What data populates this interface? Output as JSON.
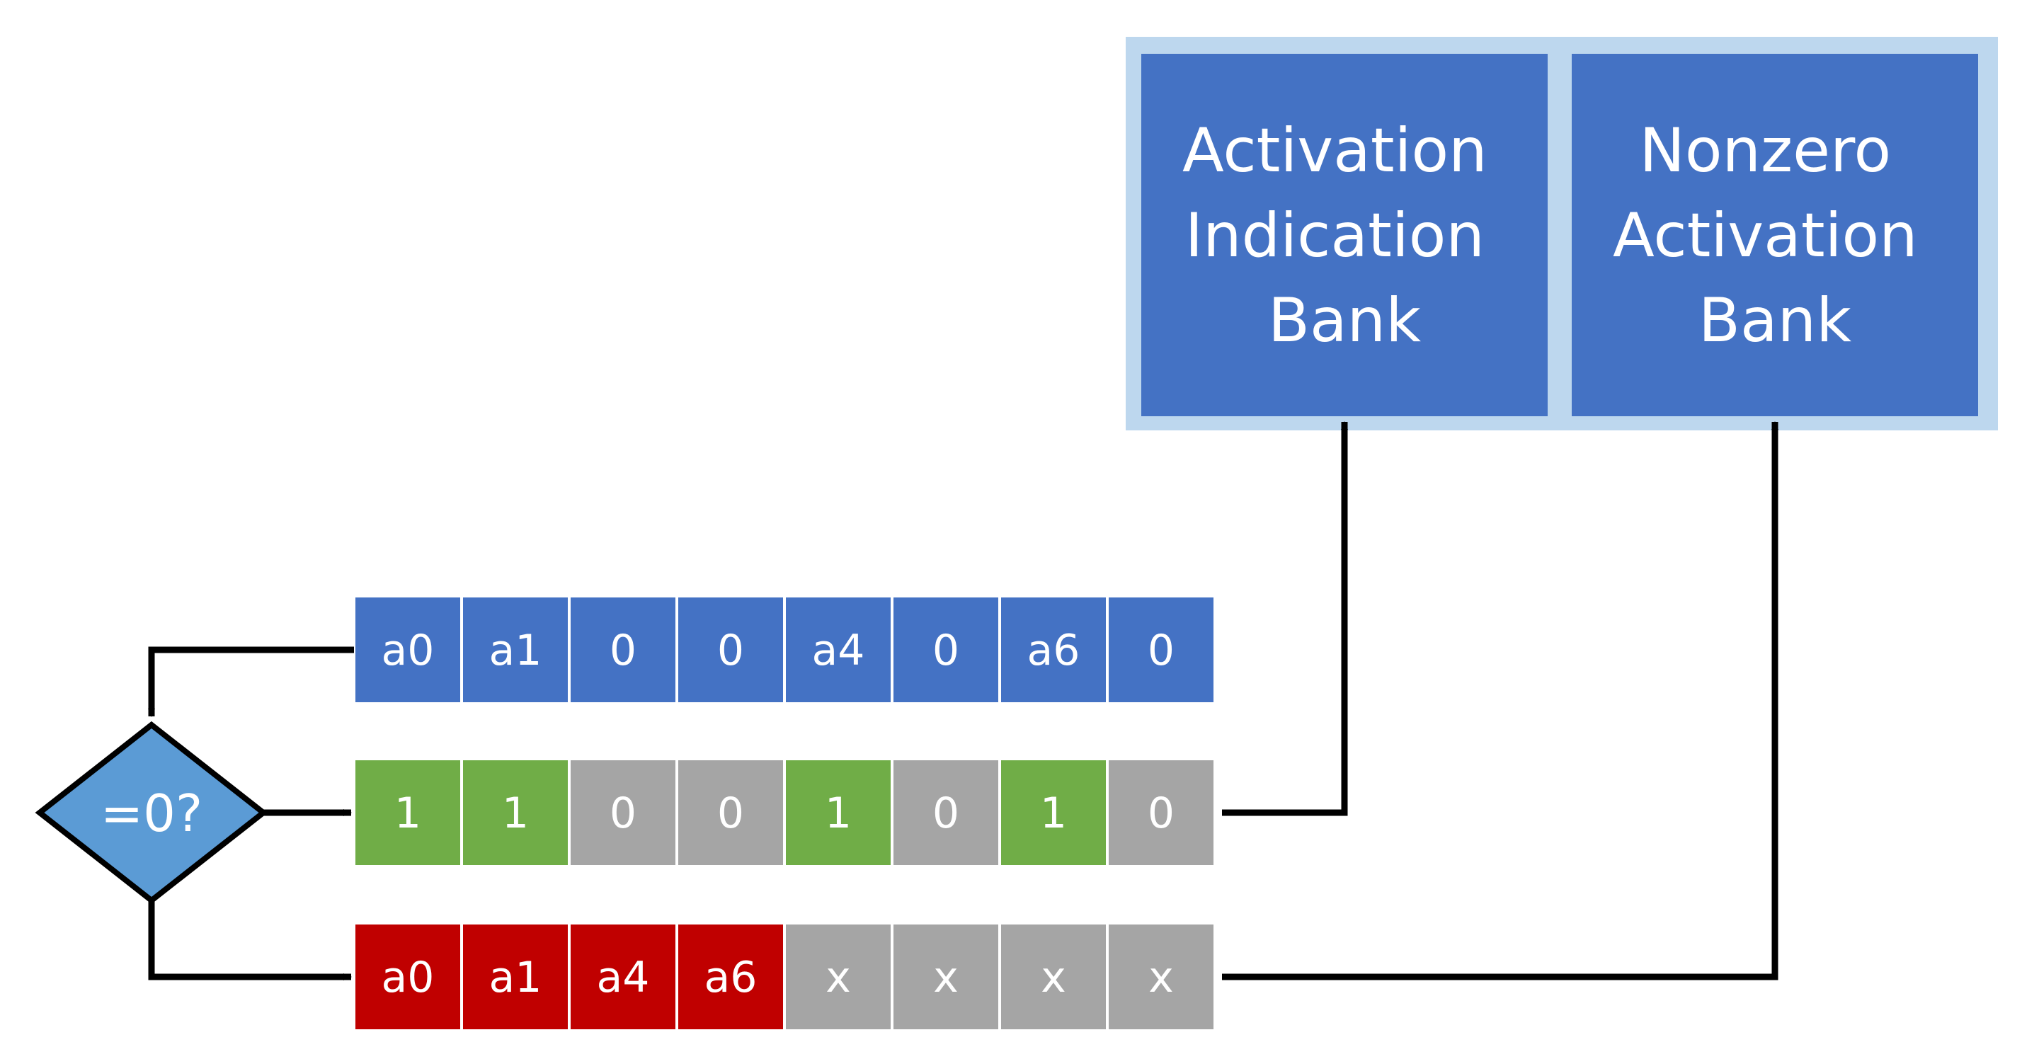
{
  "banks": [
    {
      "lines": [
        "Activation",
        "Indication",
        "Bank"
      ]
    },
    {
      "lines": [
        "Nonzero",
        "Activation",
        "Bank"
      ]
    }
  ],
  "decision": {
    "label": "=0?"
  },
  "rows": [
    {
      "cells": [
        {
          "text": "a0",
          "kind": "blue"
        },
        {
          "text": "a1",
          "kind": "blue"
        },
        {
          "text": "0",
          "kind": "blue"
        },
        {
          "text": "0",
          "kind": "blue"
        },
        {
          "text": "a4",
          "kind": "blue"
        },
        {
          "text": "0",
          "kind": "blue"
        },
        {
          "text": "a6",
          "kind": "blue"
        },
        {
          "text": "0",
          "kind": "blue"
        }
      ]
    },
    {
      "cells": [
        {
          "text": "1",
          "kind": "green"
        },
        {
          "text": "1",
          "kind": "green"
        },
        {
          "text": "0",
          "kind": "gray"
        },
        {
          "text": "0",
          "kind": "gray"
        },
        {
          "text": "1",
          "kind": "green"
        },
        {
          "text": "0",
          "kind": "gray"
        },
        {
          "text": "1",
          "kind": "green"
        },
        {
          "text": "0",
          "kind": "gray"
        }
      ]
    },
    {
      "cells": [
        {
          "text": "a0",
          "kind": "red"
        },
        {
          "text": "a1",
          "kind": "red"
        },
        {
          "text": "a4",
          "kind": "red"
        },
        {
          "text": "a6",
          "kind": "red"
        },
        {
          "text": "x",
          "kind": "gray"
        },
        {
          "text": "x",
          "kind": "gray"
        },
        {
          "text": "x",
          "kind": "gray"
        },
        {
          "text": "x",
          "kind": "gray"
        }
      ]
    }
  ],
  "colors": {
    "blue": "#4472c4",
    "green": "#70ad47",
    "gray": "#a5a5a5",
    "red": "#c00000",
    "bank_fill": "#4472c4",
    "bank_border": "#bdd7ee",
    "diamond_fill": "#5b9bd5",
    "line": "#000000"
  }
}
